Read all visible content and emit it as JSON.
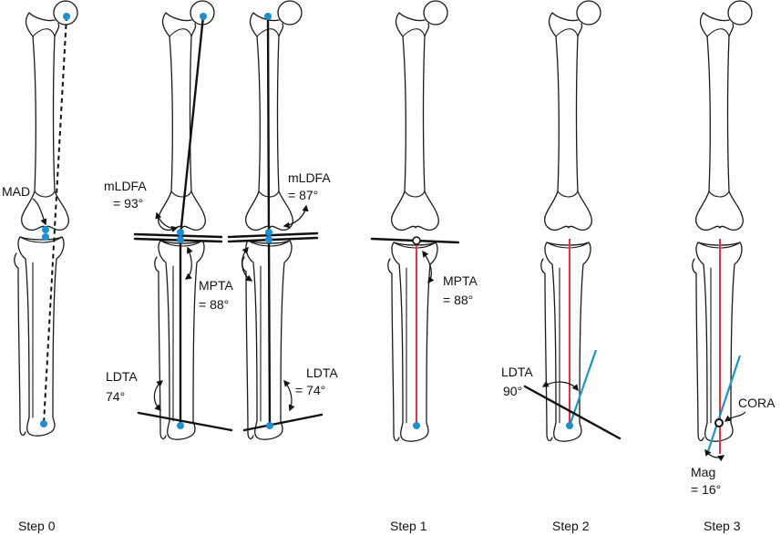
{
  "labels": {
    "mad": "MAD",
    "mldfa_left": "mLDFA",
    "mldfa_left_val": "= 93°",
    "mldfa_right": "mLDFA",
    "mldfa_right_val": "= 87°",
    "mpta_mid": "MPTA",
    "mpta_mid_val": "= 88°",
    "ldta_left": "LDTA",
    "ldta_left_val": "74°",
    "ldta_right": "LDTA",
    "ldta_right_val": "= 74°",
    "mpta_step1": "MPTA",
    "mpta_step1_val": "= 88°",
    "ldta_step2": "LDTA",
    "ldta_step2_val": "90°",
    "cora": "CORA",
    "mag": "Mag",
    "mag_val": "= 16°"
  },
  "steps": [
    "Step 0",
    "Step 1",
    "Step 2",
    "Step 3"
  ],
  "colors": {
    "center_point": "#1d8fd0",
    "tibial_axis": "#e8303f",
    "deformity_axis": "#1d94c9"
  }
}
